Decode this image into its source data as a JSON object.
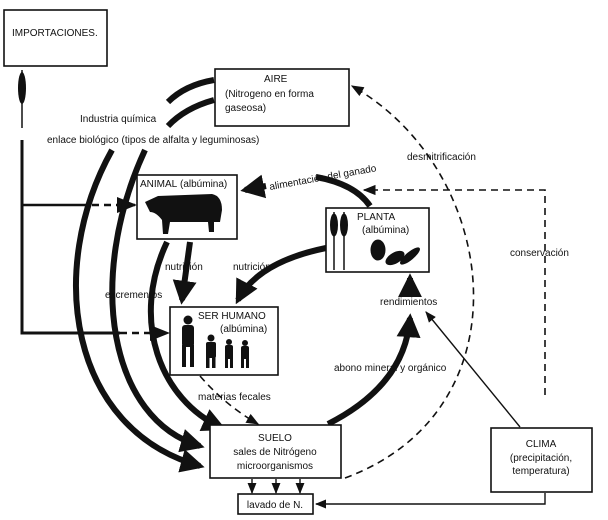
{
  "diagram": {
    "nodes": {
      "importaciones": {
        "title": "IMPORTACIONES."
      },
      "aire": {
        "title": "AIRE",
        "line1": "(Nitrogeno en forma",
        "line2": "gaseosa)"
      },
      "animal": {
        "title": "ANIMAL",
        "subtitle": "(albúmina)"
      },
      "planta": {
        "title": "PLANTA",
        "subtitle": "(albúmina)"
      },
      "ser_humano": {
        "title": "SER HUMANO",
        "subtitle": "(albúmina)"
      },
      "suelo": {
        "title": "SUELO",
        "line1": "sales de Nitrógeno",
        "line2": "microorganismos"
      },
      "clima": {
        "title": "CLIMA",
        "line1": "(precipitación,",
        "line2": "temperatura)"
      },
      "lavado": {
        "title": "lavado de N."
      }
    },
    "labels": {
      "industria": "Industria química",
      "enlace": "enlace biológico (tipos de alfalta y leguminosas)",
      "alimentacion": "alimentación del ganado",
      "desmitrificacion": "desmitrificación",
      "conservacion": "conservación",
      "nutricion_animal": "nutrición",
      "nutricion_planta": "nutrición",
      "excrementos": "excrementos",
      "rendimientos": "rendimientos",
      "abono": "abono mineral y orgánico",
      "materias": "materias fecales"
    },
    "icons": [
      "wheat-icon",
      "cow-icon",
      "human-family-icon",
      "plant-icon"
    ]
  }
}
